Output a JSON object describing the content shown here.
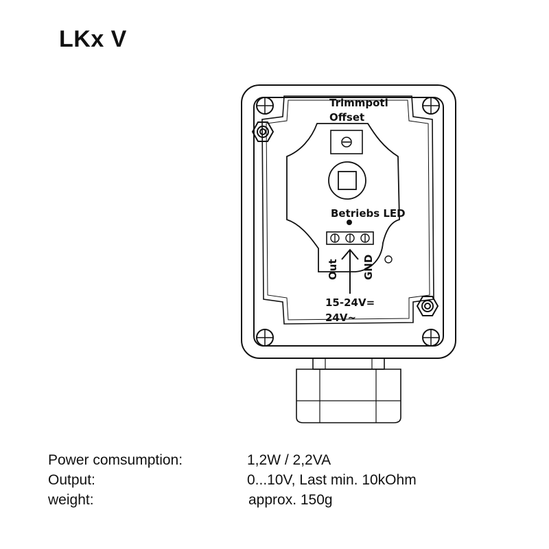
{
  "title": "LKx V",
  "diagram": {
    "label_trimmpoti": "Trimmpoti",
    "label_offset": "Offset",
    "label_led": "Betriebs LED",
    "label_out": "Out",
    "label_gnd": "GND",
    "label_supply_dc": "15-24V=",
    "label_supply_ac": "24V~"
  },
  "specs": [
    {
      "label": "Power comsumption:",
      "value": "1,2W / 2,2VA"
    },
    {
      "label": "Output:",
      "value": "0...10V, Last min. 10kOhm"
    },
    {
      "label": "weight:",
      "value": "approx. 150g"
    }
  ]
}
